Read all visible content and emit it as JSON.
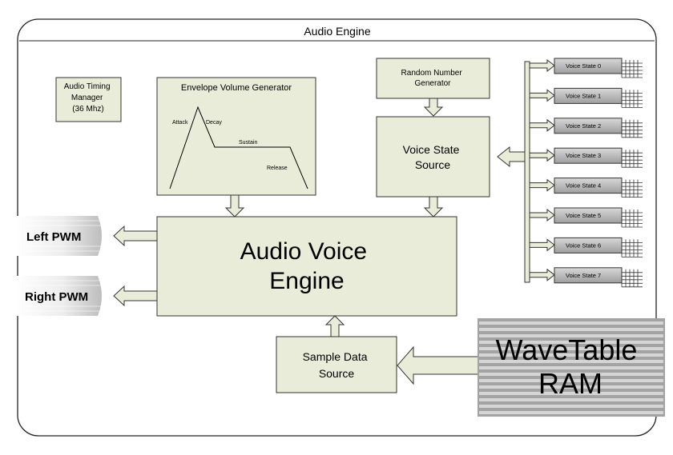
{
  "title": "Audio Engine",
  "blocks": {
    "timing": [
      "Audio Timing",
      "Manager",
      "(36 Mhz)"
    ],
    "envelope": {
      "title": "Envelope Volume Generator",
      "stages": {
        "attack": "Attack",
        "decay": "Decay",
        "sustain": "Sustain",
        "release": "Release"
      }
    },
    "rng": [
      "Random Number",
      "Generator"
    ],
    "voice_state_source": [
      "Voice State",
      "Source"
    ],
    "voice_engine": [
      "Audio Voice",
      "Engine"
    ],
    "sample_source": [
      "Sample Data",
      "Source"
    ],
    "wavetable": [
      "WaveTable",
      "RAM"
    ]
  },
  "outputs": {
    "left": "Left PWM",
    "right": "Right PWM"
  },
  "voice_states": [
    "Voice State 0",
    "Voice State 1",
    "Voice State 2",
    "Voice State 3",
    "Voice State 4",
    "Voice State 5",
    "Voice State 6",
    "Voice State 7"
  ],
  "colors": {
    "block_fill": "#e9ecd9",
    "outline": "#333333",
    "voice_state_fill": "#b9b9b9",
    "wavetable_stripe": "#a3a3a3"
  }
}
